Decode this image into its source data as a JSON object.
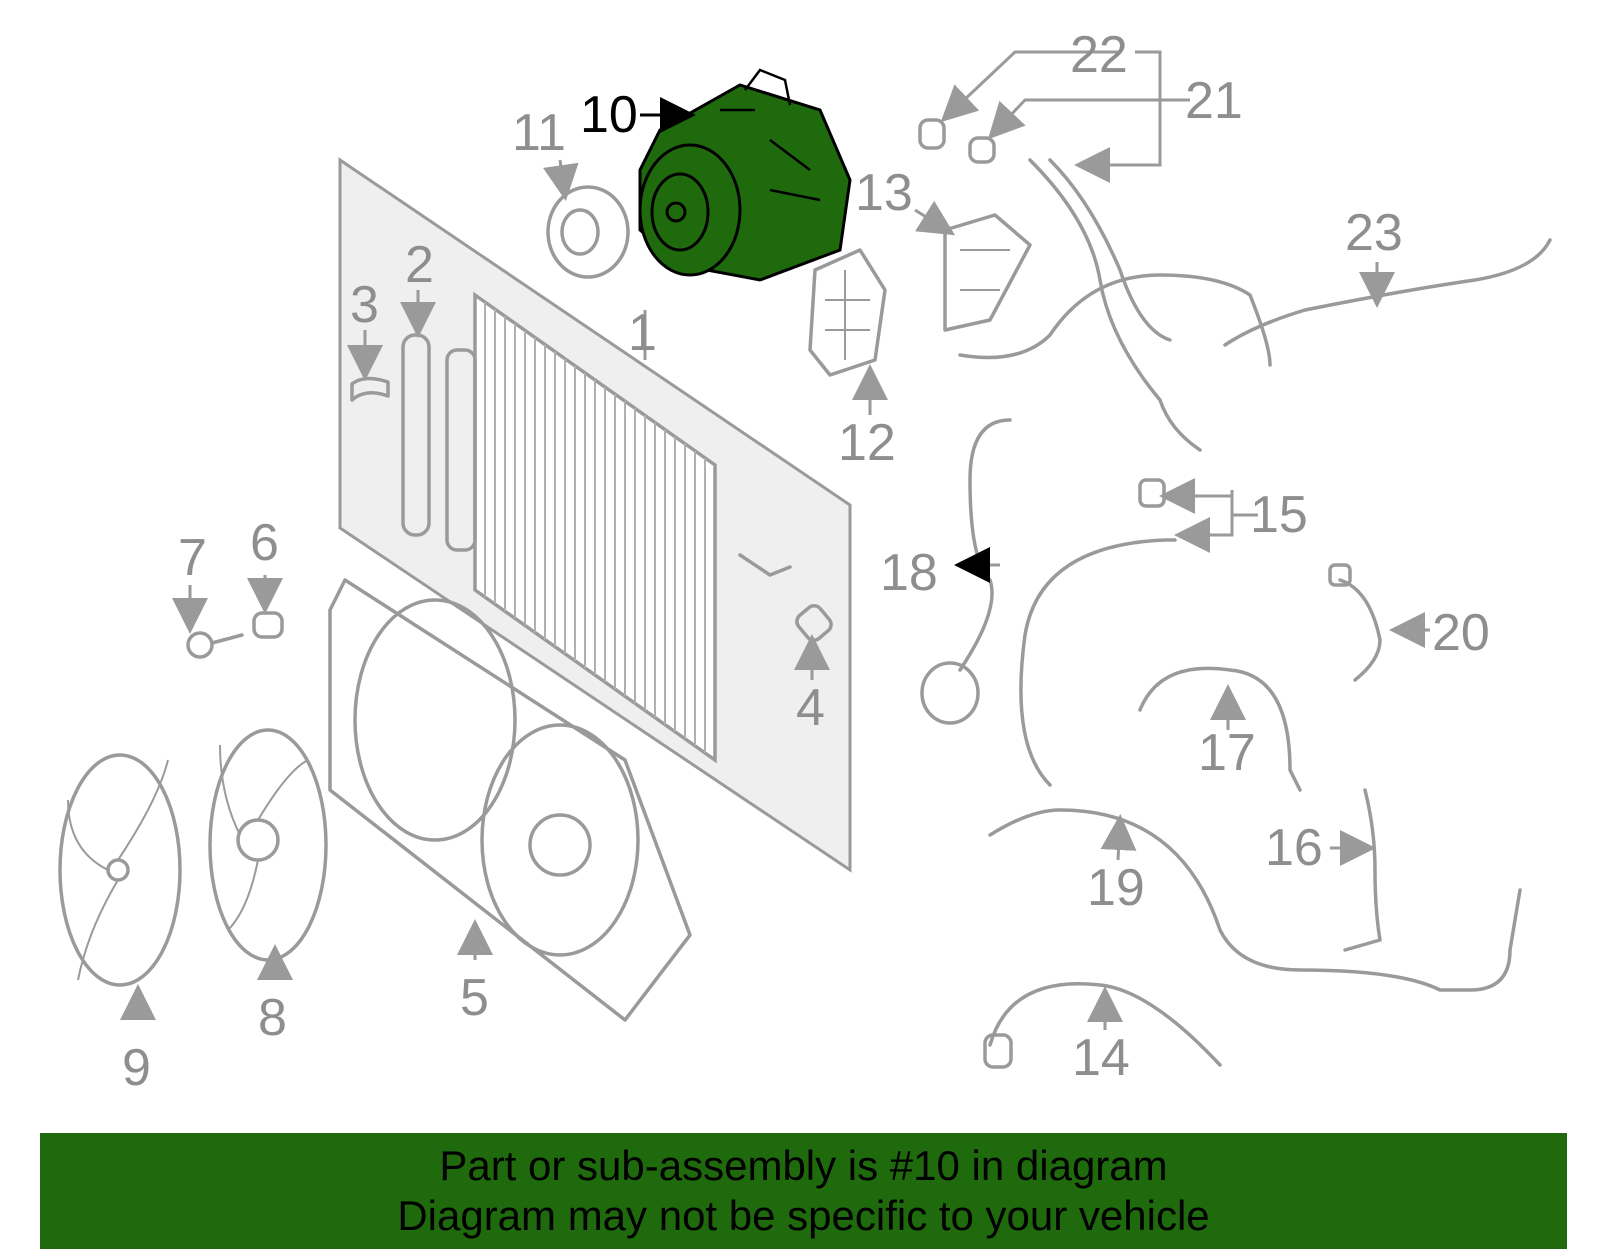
{
  "diagram": {
    "highlighted_part": "10",
    "highlight_color": "#1e6a0d",
    "callouts": [
      "1",
      "2",
      "3",
      "4",
      "5",
      "6",
      "7",
      "8",
      "9",
      "10",
      "11",
      "12",
      "13",
      "14",
      "15",
      "16",
      "17",
      "18",
      "19",
      "20",
      "21",
      "22",
      "23"
    ]
  },
  "banner": {
    "line1": "Part or sub-assembly is #10 in diagram",
    "line2": "Diagram may not be specific to your vehicle",
    "background": "#1e6a0d"
  }
}
